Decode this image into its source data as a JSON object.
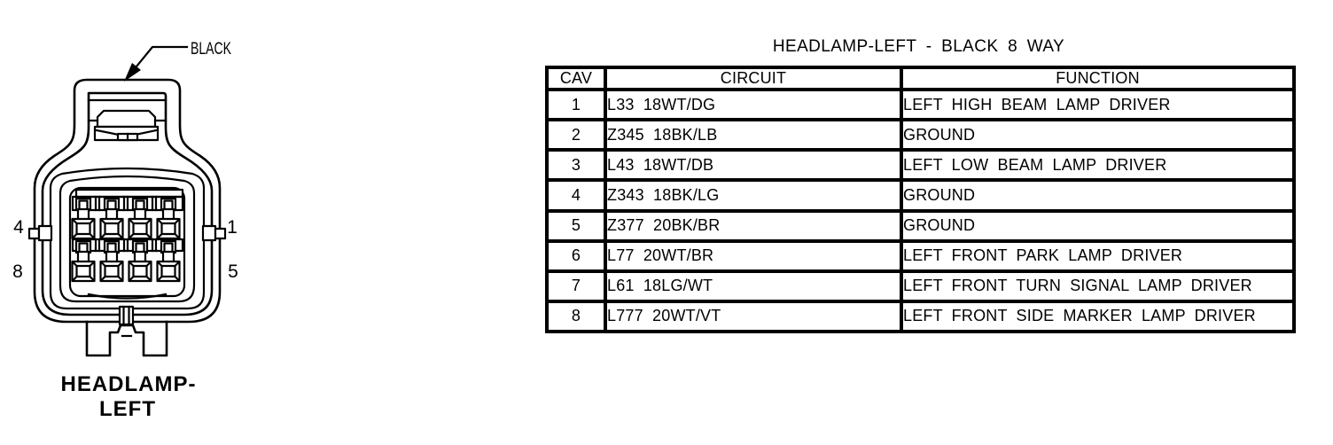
{
  "colors": {
    "ink": "#000000",
    "background": "#ffffff"
  },
  "connector": {
    "color_label": "BLACK",
    "caption_line1": "HEADLAMP-",
    "caption_line2": "LEFT",
    "pins": {
      "top_left": "4",
      "top_right": "1",
      "bottom_left": "8",
      "bottom_right": "5"
    }
  },
  "table": {
    "title": "HEADLAMP-LEFT - BLACK 8 WAY",
    "columns": [
      "CAV",
      "CIRCUIT",
      "FUNCTION"
    ],
    "rows": [
      {
        "cav": "1",
        "circuit": "L33 18WT/DG",
        "function": "LEFT HIGH BEAM LAMP DRIVER"
      },
      {
        "cav": "2",
        "circuit": "Z345 18BK/LB",
        "function": "GROUND"
      },
      {
        "cav": "3",
        "circuit": "L43 18WT/DB",
        "function": "LEFT LOW BEAM LAMP DRIVER"
      },
      {
        "cav": "4",
        "circuit": "Z343 18BK/LG",
        "function": "GROUND"
      },
      {
        "cav": "5",
        "circuit": "Z377 20BK/BR",
        "function": "GROUND"
      },
      {
        "cav": "6",
        "circuit": "L77 20WT/BR",
        "function": "LEFT FRONT PARK LAMP DRIVER"
      },
      {
        "cav": "7",
        "circuit": "L61 18LG/WT",
        "function": "LEFT FRONT TURN SIGNAL LAMP DRIVER"
      },
      {
        "cav": "8",
        "circuit": "L777 20WT/VT",
        "function": "LEFT FRONT SIDE MARKER LAMP DRIVER"
      }
    ]
  }
}
